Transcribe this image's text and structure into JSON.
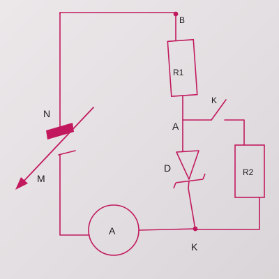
{
  "colors": {
    "wire": "#c2195e",
    "label": "#1c1a1d",
    "background": "#e6e2e5"
  },
  "labels": {
    "node_b": "B",
    "node_a": "A",
    "node_k": "K",
    "switch_k": "K",
    "resistor_1": "R1",
    "resistor_2": "R2",
    "diode": "D",
    "ammeter": "A",
    "rheostat_n": "N",
    "rheostat_m": "M"
  }
}
